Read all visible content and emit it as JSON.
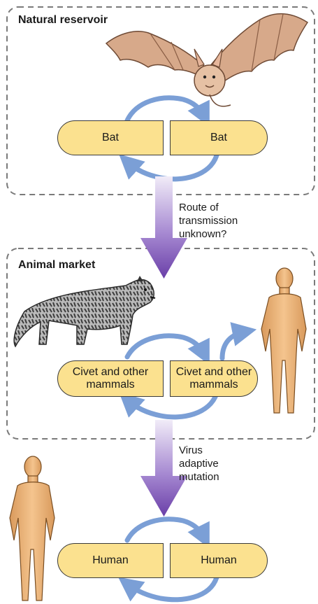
{
  "reservoir": {
    "title": "Natural reservoir",
    "left_label": "Bat",
    "right_label": "Bat"
  },
  "transmission_note": "Route of\ntransmission\nunknown?",
  "market": {
    "title": "Animal market",
    "left_label": "Civet and other\nmammals",
    "right_label": "Civet and other\nmammals"
  },
  "mutation_note": "Virus\nadaptive\nmutation",
  "human": {
    "left_label": "Human",
    "right_label": "Human"
  },
  "colors": {
    "pill_fill": "#fbe18f",
    "cycle_arrow": "#7b9fd6",
    "down_arrow": "#7a4fb0",
    "box_border": "#7a7a7a"
  }
}
